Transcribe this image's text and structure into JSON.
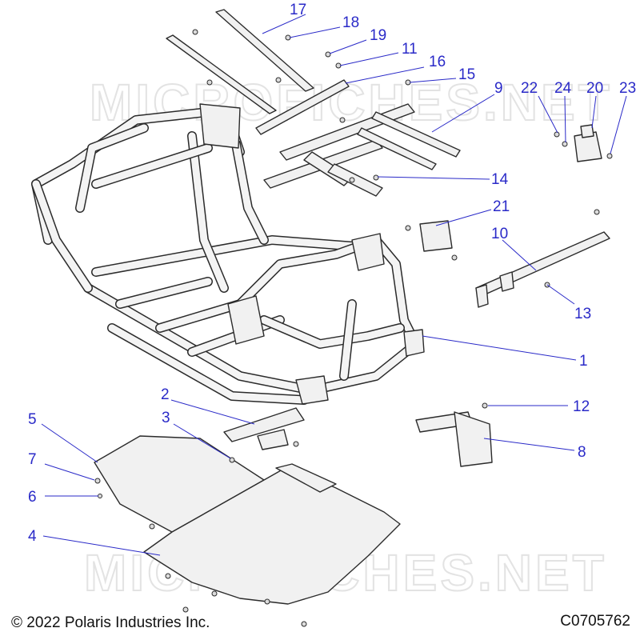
{
  "watermark": "MICROFICHES.NET",
  "copyright": "© 2022 Polaris Industries Inc.",
  "figure_id": "C0705762",
  "callouts": [
    {
      "id": "17",
      "label": "17"
    },
    {
      "id": "18",
      "label": "18"
    },
    {
      "id": "19",
      "label": "19"
    },
    {
      "id": "11",
      "label": "11"
    },
    {
      "id": "16",
      "label": "16"
    },
    {
      "id": "15",
      "label": "15"
    },
    {
      "id": "9",
      "label": "9"
    },
    {
      "id": "22",
      "label": "22"
    },
    {
      "id": "24",
      "label": "24"
    },
    {
      "id": "20",
      "label": "20"
    },
    {
      "id": "23",
      "label": "23"
    },
    {
      "id": "14",
      "label": "14"
    },
    {
      "id": "21",
      "label": "21"
    },
    {
      "id": "10",
      "label": "10"
    },
    {
      "id": "13",
      "label": "13"
    },
    {
      "id": "1",
      "label": "1"
    },
    {
      "id": "2",
      "label": "2"
    },
    {
      "id": "12",
      "label": "12"
    },
    {
      "id": "3",
      "label": "3"
    },
    {
      "id": "5",
      "label": "5"
    },
    {
      "id": "8",
      "label": "8"
    },
    {
      "id": "7",
      "label": "7"
    },
    {
      "id": "6",
      "label": "6"
    },
    {
      "id": "4",
      "label": "4"
    }
  ],
  "colors": {
    "callout": "#2a2ac8",
    "line": "#2b2b2b",
    "watermark": "#e3e3e3"
  }
}
